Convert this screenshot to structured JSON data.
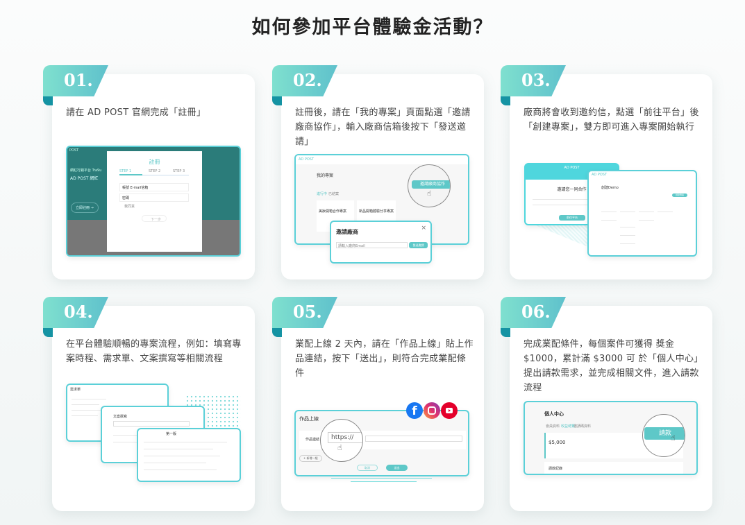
{
  "page": {
    "title": "如何參加平台體驗金活動？"
  },
  "steps": [
    {
      "num": "01.",
      "text": "請在 AD POST 官網完成「註冊」",
      "mock": {
        "brand": "POST",
        "hero_sub": "網紅行銷平台 Tra9u",
        "hero_title": "AD POST 網紅",
        "hero_btn": "立即註冊 →",
        "modal_title": "註冊",
        "tabs": [
          "STEP 1",
          "STEP 2",
          "STEP 3"
        ],
        "email_label": "帳號 E-mail信箱",
        "password_label": "密碼",
        "agree": "我同意",
        "next": "下一步"
      }
    },
    {
      "num": "02.",
      "text": "註冊後，請在「我的專案」頁面點選「邀請廠商協作」，輸入廠商信箱後按下「發送邀請」",
      "mock": {
        "brand": "AD POST",
        "page_title": "我的專案",
        "tabs": [
          "進行中",
          "已結案"
        ],
        "invite_btn": "邀請廠商協作",
        "project_1": "美妝開箱合作專案",
        "project_2": "新品開箱體驗分享專案",
        "popup_title": "邀請廠商",
        "email_placeholder": "請輸入廠商Email",
        "send_btn": "發送邀請"
      }
    },
    {
      "num": "03.",
      "text": "廠商將會收到邀約信，點選「前往平台」後「創建專案」，雙方即可進入專案開始執行",
      "mock": {
        "brand": "AD POST",
        "mail_title": "邀請您一同合作",
        "mail_btn": "前往平台",
        "platform_title": "創建Demo",
        "create_btn": "創建專案"
      }
    },
    {
      "num": "04.",
      "text": "在平台體驗順暢的專案流程，例如：填寫專案時程、需求單、文案撰寫等相關流程",
      "mock": {
        "doc1": "需求單",
        "doc2": "文案撰寫",
        "doc3": "第一版"
      }
    },
    {
      "num": "05.",
      "text": "業配上線 2 天內，請在「作品上線」貼上作品連結，按下「送出」，則符合完成業配條件",
      "mock": {
        "section_title": "作品上線",
        "field_label": "作品連結",
        "url_placeholder": "https://",
        "add_btn": "+ 新增一組",
        "cancel": "取消",
        "submit": "送出"
      }
    },
    {
      "num": "06.",
      "text": "完成業配條件，每個案件可獲得 獎金 $1000，累計滿 $3000 可 於「個人中心」提出請款需求，並完成相關文件，進入請款流程",
      "mock": {
        "page_title": "個人中心",
        "tabs": [
          "會員資料",
          "收益總覽",
          "邀請碼資料"
        ],
        "amount": "$5,000",
        "request_btn": "請款",
        "section": "請款紀錄"
      }
    }
  ],
  "social_icons": [
    "facebook-icon",
    "instagram-icon",
    "youtube-icon"
  ],
  "colors": {
    "accent": "#5ec8c8",
    "badge_start": "#7fe0cf",
    "badge_end": "#5fc1cc",
    "fold": "#1593a3"
  }
}
